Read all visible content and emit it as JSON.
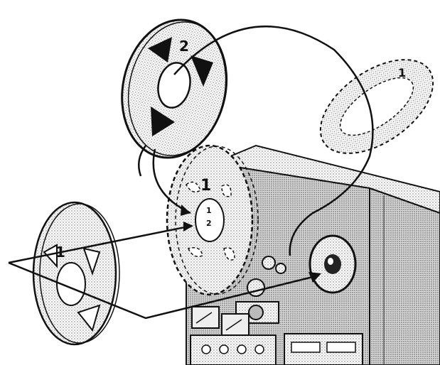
{
  "reels": {
    "top_reel_number": "2",
    "dashed_reel_number": "1",
    "front_reel_number": "1",
    "mount_reel_number": "1",
    "ghost_reel_number": "1"
  },
  "hub_labels": {
    "upper": "1",
    "lower": "2"
  },
  "colors": {
    "ink": "#111111",
    "paper": "#ffffff",
    "stipple": "#cfcfcf",
    "machine": "#d8d8d8"
  }
}
